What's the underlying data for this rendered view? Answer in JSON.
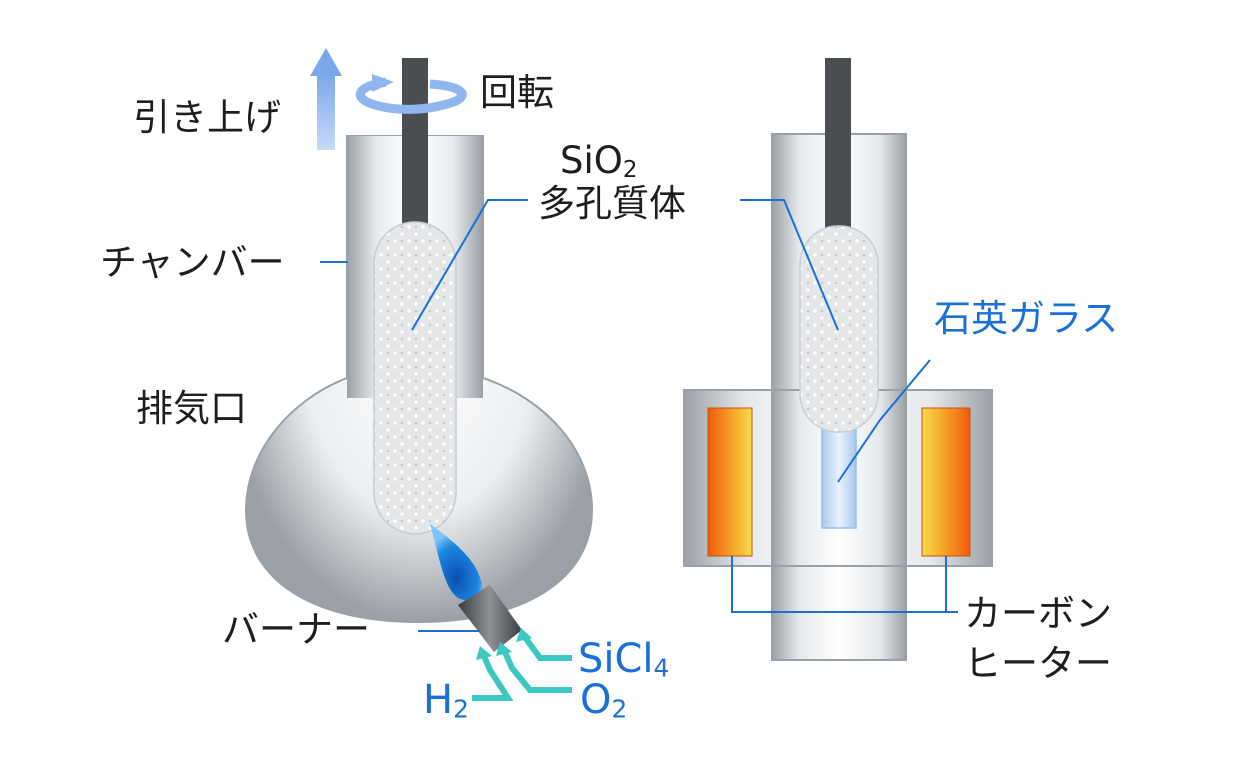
{
  "labels": {
    "pull_up": "引き上げ",
    "rotation": "回転",
    "chamber": "チャンバー",
    "exhaust": "排気口",
    "burner": "バーナー",
    "sio2_main": "SiO",
    "sio2_sub": "2",
    "porous_body": "多孔質体",
    "quartz_glass": "石英ガラス",
    "carbon": "カーボン",
    "heater": "ヒーター",
    "sicl4_main": "SiCl",
    "sicl4_sub": "4",
    "o2_main": "O",
    "o2_sub": "2",
    "h2_main": "H",
    "h2_sub": "2"
  },
  "colors": {
    "text_dark": "#1e1e1e",
    "text_blue": "#1a6fd8",
    "leader_blue": "#1a6fd8",
    "gas_teal": "#3cc8c0",
    "arrow_lightblue": "#8fb6ee",
    "chamber_gray": "#8a8f96",
    "rod_dark": "#4a4d52",
    "flame_blue": "#1c86e0",
    "heater_orange": "#f06a10",
    "heater_yellow": "#f5d63a"
  }
}
